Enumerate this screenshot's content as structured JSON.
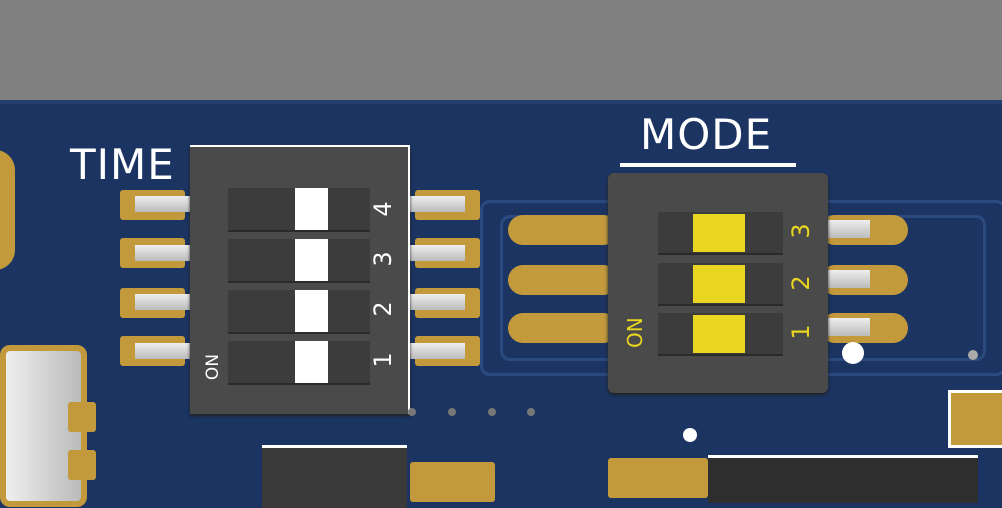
{
  "time_switch": {
    "label": "TIME",
    "on_label": "ON",
    "positions": [
      "4",
      "3",
      "2",
      "1"
    ]
  },
  "mode_switch": {
    "label": "MODE",
    "on_label": "ON",
    "positions": [
      "3",
      "2",
      "1"
    ]
  },
  "colors": {
    "board": "#1b3461",
    "pad": "#c29a3c",
    "switch_body": "#4a4a4a",
    "time_slider": "#ffffff",
    "mode_slider": "#e8d620"
  }
}
